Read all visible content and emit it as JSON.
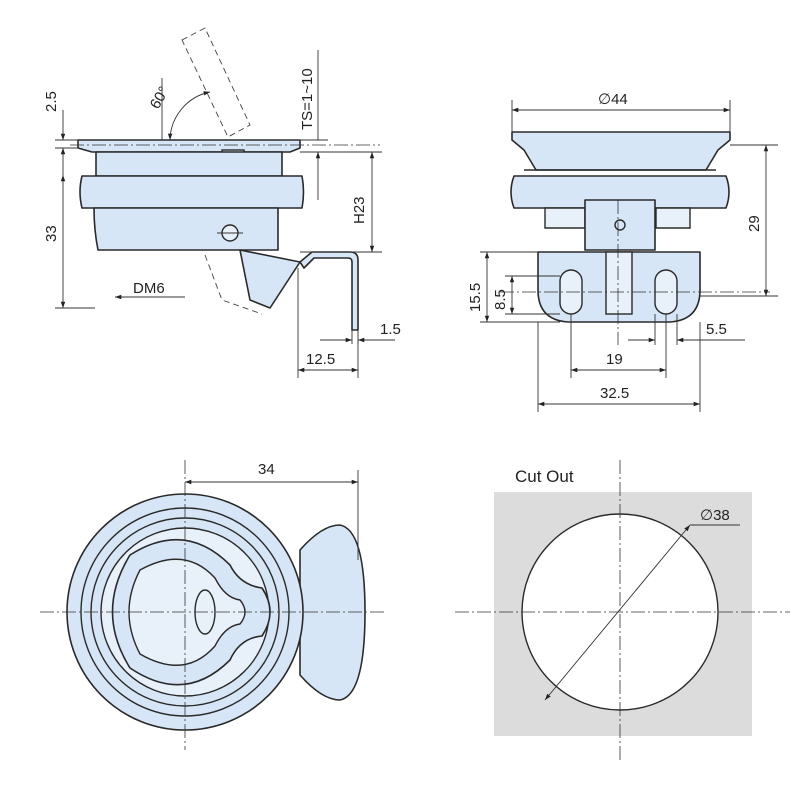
{
  "colors": {
    "part_fill": "#d6e6f6",
    "line": "#2a2a2a",
    "cutout_panel": "#dcdcdc"
  },
  "side_view": {
    "dim_top_flange": "2.5",
    "dim_height": "33",
    "dim_angle": "60°",
    "dim_panel_thickness": "TS=1~10",
    "dim_h23": "H23",
    "dim_thread": "DM6",
    "dim_bracket_thickness": "1.5",
    "dim_bracket_width": "12.5"
  },
  "front_view": {
    "dim_diameter": "∅44",
    "dim_height": "29",
    "dim_15_5": "15.5",
    "dim_8_5": "8.5",
    "dim_5_5": "5.5",
    "dim_19": "19",
    "dim_32_5": "32.5"
  },
  "top_view": {
    "dim_width": "34"
  },
  "cutout_view": {
    "title": "Cut Out",
    "dim_diameter": "∅38"
  }
}
